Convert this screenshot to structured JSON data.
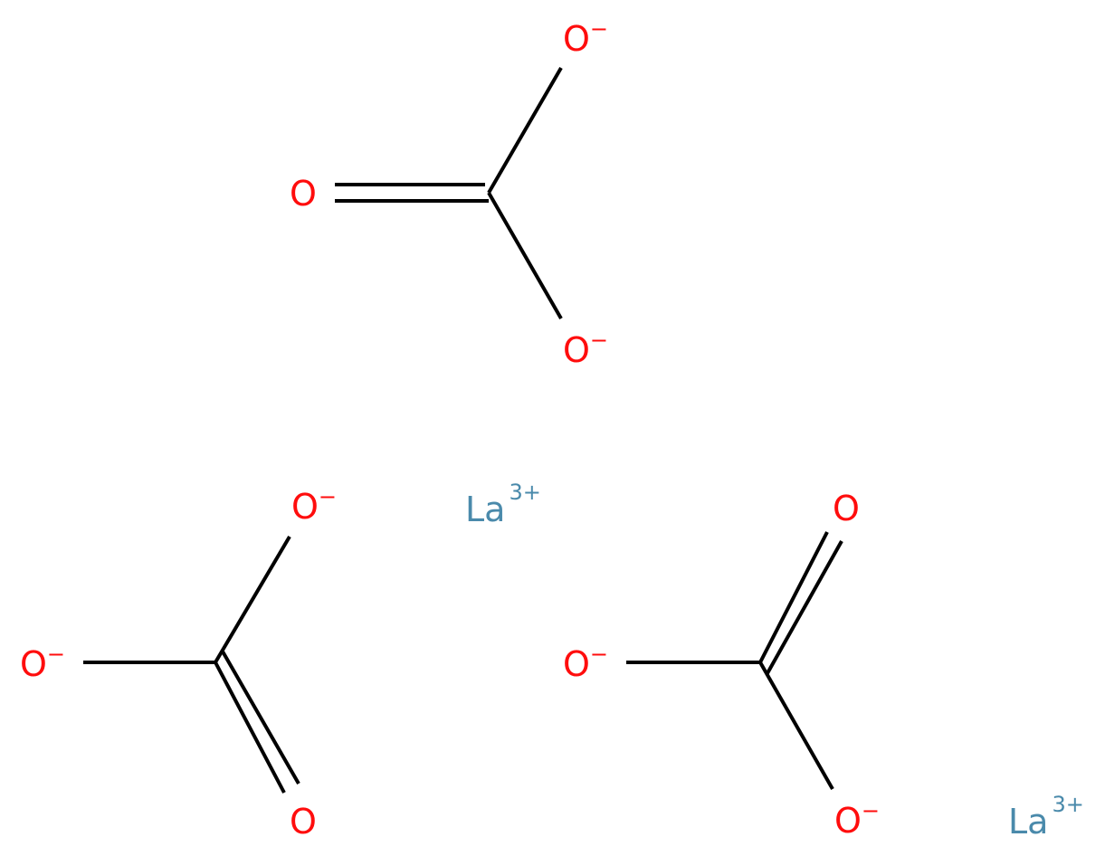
{
  "title": "Lanthanum carbonate",
  "colors": {
    "oxygen": "#ff0d0d",
    "lanthanum": "#4a8aab",
    "bond": "#000000"
  },
  "atoms": {
    "oxygen": "O",
    "lanthanum": "La",
    "anion_charge": "−",
    "cation_charge": "3+"
  }
}
